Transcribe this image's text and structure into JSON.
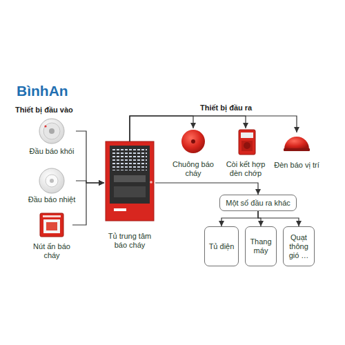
{
  "diagram": {
    "nodes": [
      {
        "text": [
          "Đầu báo khói"
        ]
      },
      {
        "text": [
          "Đầu báo nhiệt"
        ]
      },
      {
        "text": [
          "Nút ấn báo cháy"
        ]
      },
      {
        "text": [
          "Tủ trung tâm báo cháy"
        ]
      },
      {
        "text": [
          "Chuông báo cháy"
        ]
      },
      {
        "text": [
          "Còi kết hợp đèn chớp"
        ]
      },
      {
        "text": [
          "Đèn báo vị trí"
        ]
      },
      {
        "text": [
          "Một số đầu ra khác"
        ]
      },
      {
        "text": [
          "Tủ điện"
        ]
      },
      {
        "text": [
          "Thang máy"
        ]
      },
      {
        "text": [
          "Quạt thông gió …"
        ]
      }
    ],
    "edges": [
      {
        "from": 0,
        "to": 3,
        "arrow": "to"
      },
      {
        "from": 1,
        "to": 3,
        "arrow": "to"
      },
      {
        "from": 2,
        "to": 3,
        "arrow": "to"
      },
      {
        "from": 3,
        "to": 4,
        "arrow": "to"
      },
      {
        "from": 3,
        "to": 5,
        "arrow": "to"
      },
      {
        "from": 3,
        "to": 6,
        "arrow": "to"
      },
      {
        "from": 3,
        "to": 7,
        "arrow": "to"
      },
      {
        "from": 7,
        "to": 8,
        "arrow": "to"
      },
      {
        "from": 7,
        "to": 9,
        "arrow": "to"
      },
      {
        "from": 7,
        "to": 10,
        "arrow": "to"
      }
    ],
    "labels": [
      "BìnhAn",
      "Thiết bị đầu vào",
      "Thiết bị đầu ra"
    ]
  }
}
